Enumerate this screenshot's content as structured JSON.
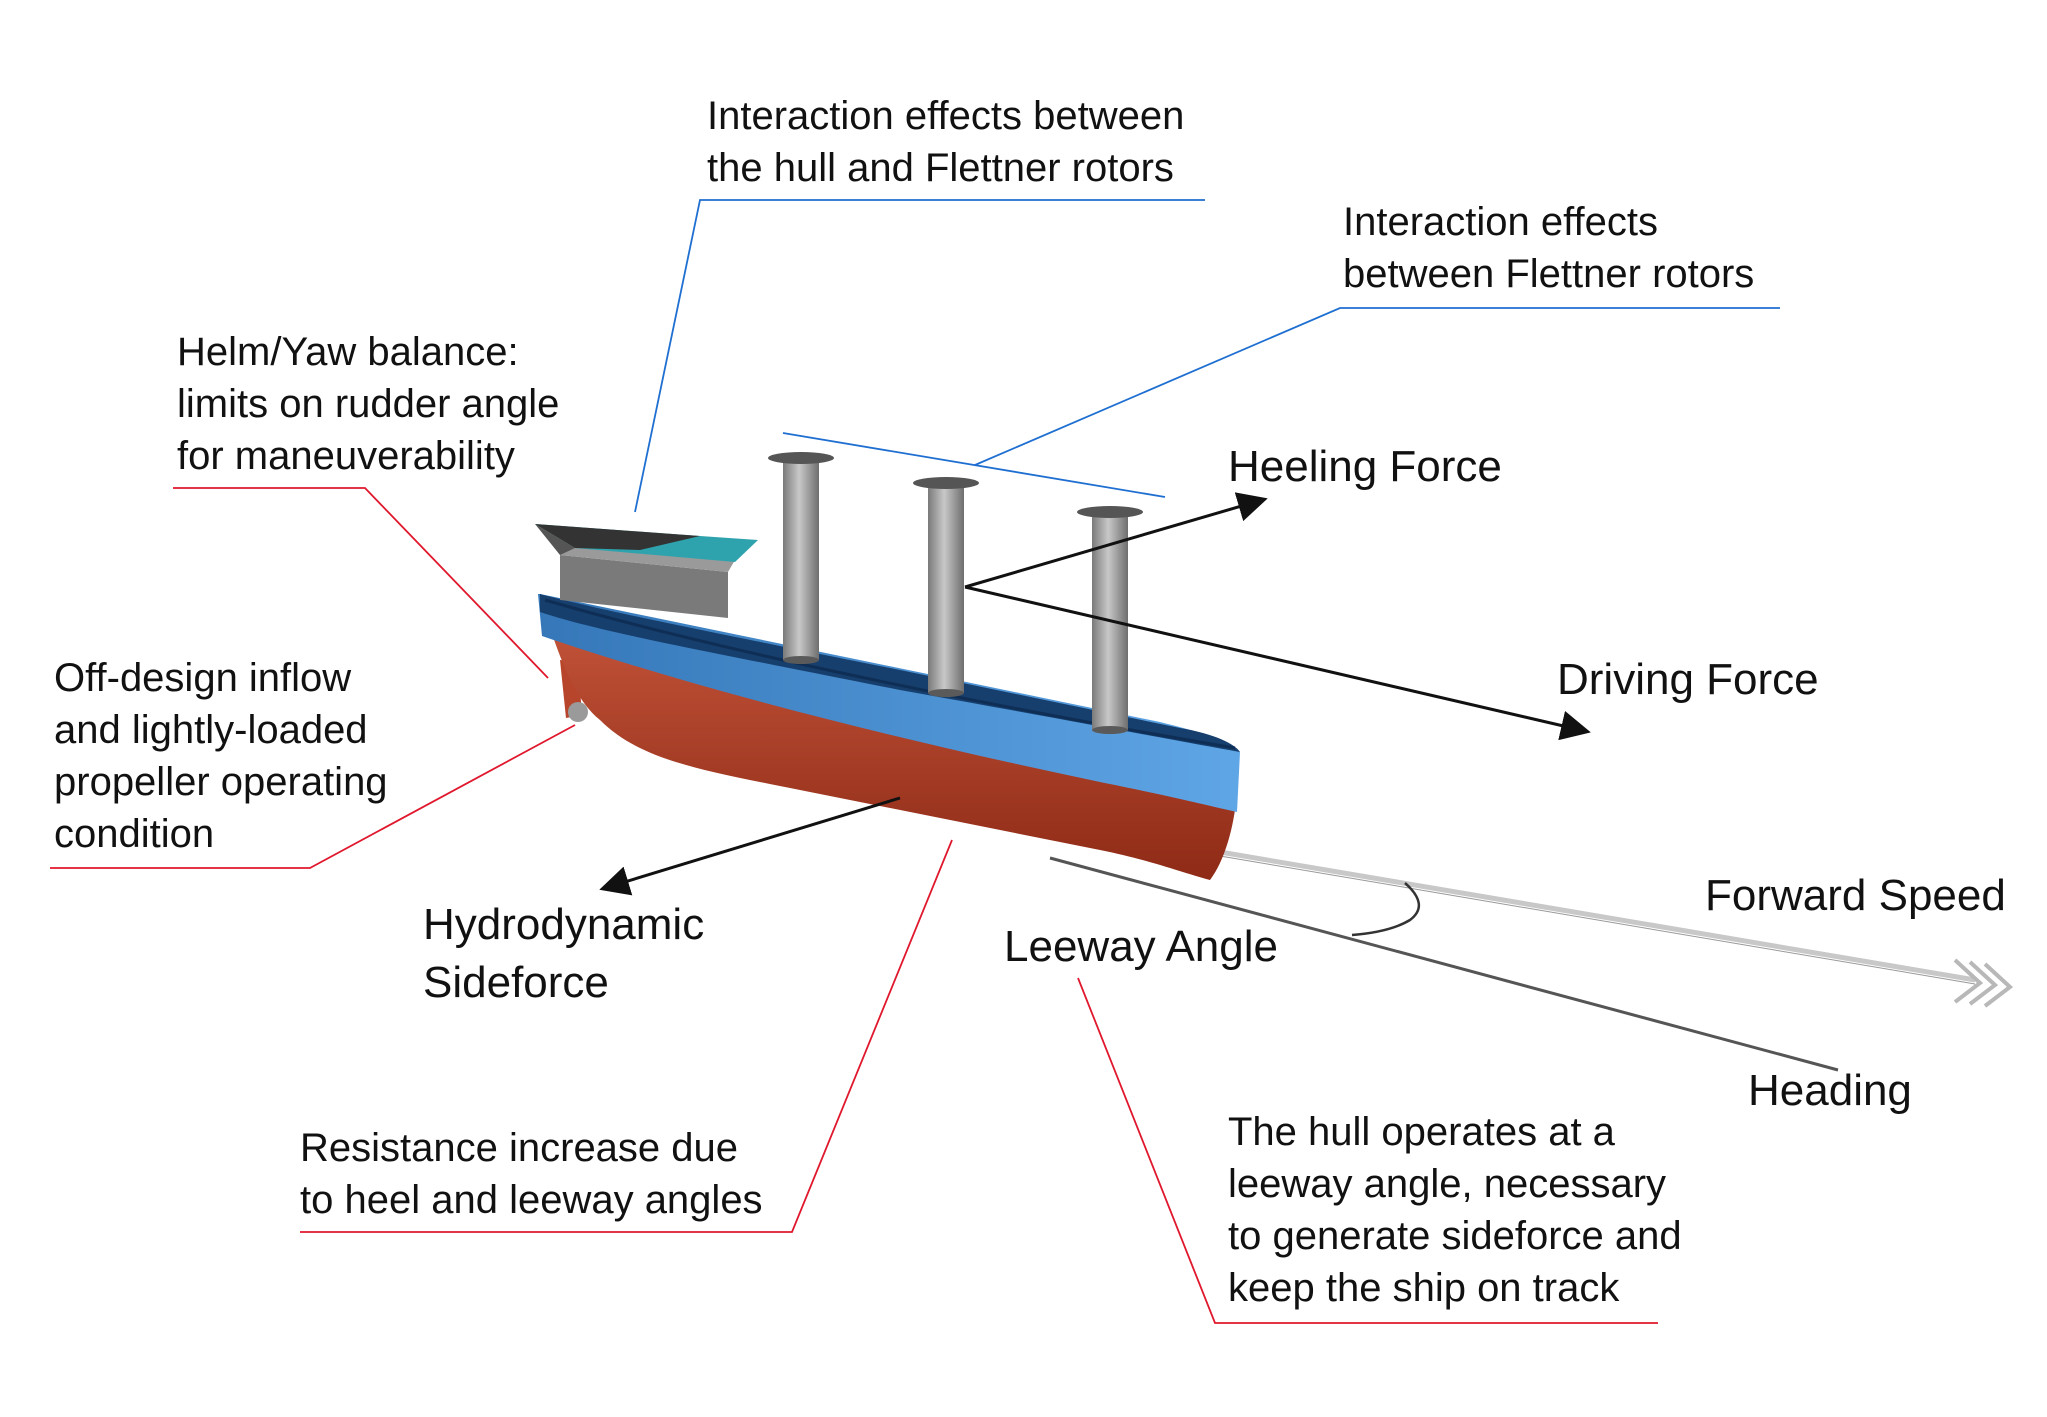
{
  "colors": {
    "blue_leader": "#1f6fd1",
    "red_leader": "#e0182d",
    "hull_red": "#b7452b",
    "hull_red_dark": "#8e2a16",
    "hull_blue": "#3f7fbf",
    "deck_blue": "#163f6e",
    "rotor_gray": "#9a9a9a",
    "cabin_teal": "#2fa3ad",
    "arrow_black": "#111111",
    "speed_gray": "#bdbdbd"
  },
  "annotations": {
    "interaction_hull_rotors": [
      "Interaction effects between",
      "the hull and Flettner rotors"
    ],
    "interaction_rotors": [
      "Interaction effects",
      "between Flettner rotors"
    ],
    "helm_yaw": [
      "Helm/Yaw balance:",
      "limits on rudder angle",
      "for maneuverability"
    ],
    "off_design": [
      "Off-design inflow",
      "and lightly-loaded",
      "propeller operating",
      "condition"
    ],
    "resistance": [
      "Resistance increase due",
      "to heel and leeway angles"
    ],
    "leeway_hull": [
      "The hull operates at a",
      "leeway angle, necessary",
      "to generate sideforce and",
      "keep the ship on track"
    ]
  },
  "forces": {
    "heeling": "Heeling Force",
    "driving": "Driving Force",
    "hydrodynamic": [
      "Hydrodynamic",
      "Sideforce"
    ],
    "forward_speed": "Forward Speed",
    "leeway_angle": "Leeway Angle",
    "heading": "Heading"
  },
  "icons": {
    "ship": "container-ship-with-flettner-rotors",
    "rotor": "flettner-rotor-cylinder",
    "speed_chevrons": "triple-chevron-arrowhead"
  }
}
